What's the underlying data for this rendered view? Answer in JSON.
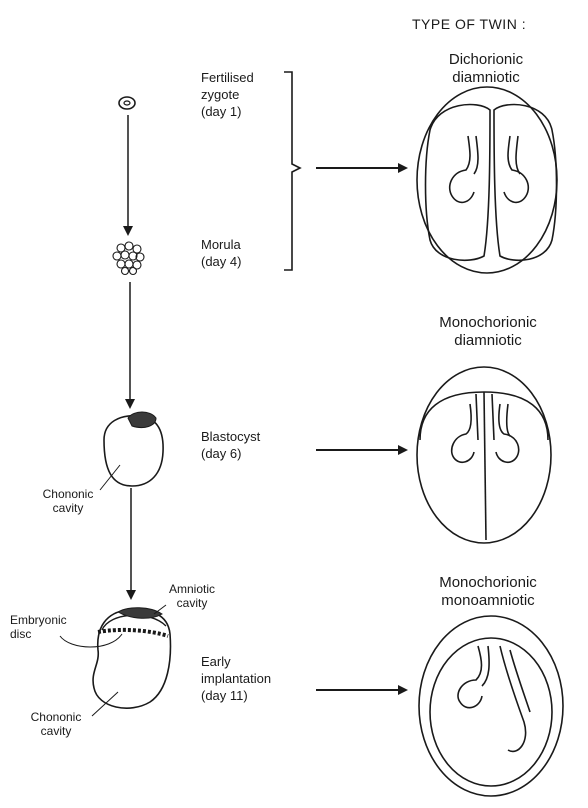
{
  "header": {
    "type_of_twin": "TYPE OF TWIN :"
  },
  "stages": [
    {
      "name": "Fertilised",
      "line2": "zygote",
      "day": "(day 1)"
    },
    {
      "name": "Morula",
      "day": "(day 4)"
    },
    {
      "name": "Blastocyst",
      "day": "(day 6)"
    },
    {
      "name": "Early",
      "line2": "implantation",
      "day": "(day 11)"
    }
  ],
  "annotations": {
    "chorionic_cavity_1": "Chononic\ncavity",
    "amniotic_cavity": "Amniotic\ncavity",
    "embryonic_disc": "Embryonic\ndisc",
    "chorionic_cavity_2": "Chononic\ncavity"
  },
  "twin_types": [
    {
      "line1": "Dichorionic",
      "line2": "diamniotic"
    },
    {
      "line1": "Monochorionic",
      "line2": "diamniotic"
    },
    {
      "line1": "Monochorionic",
      "line2": "monoamniotic"
    }
  ],
  "colors": {
    "ink": "#1a1a1a",
    "background": "#ffffff"
  }
}
